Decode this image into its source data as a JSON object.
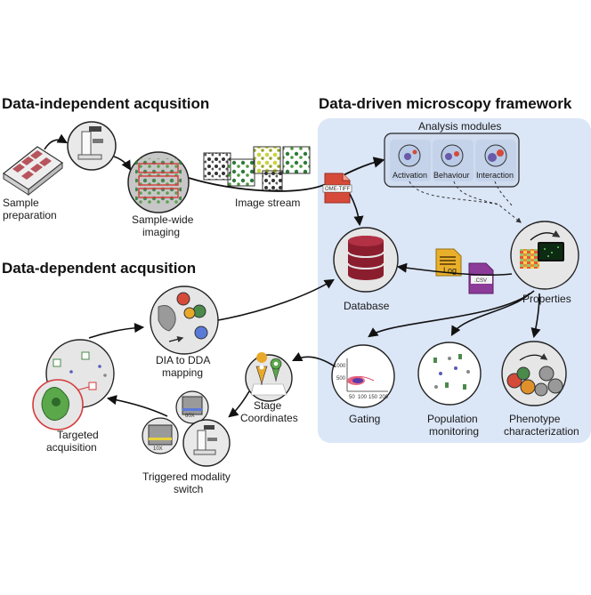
{
  "sections": {
    "dia_title": "Data-independent acqusition",
    "dda_title": "Data-dependent acqusition",
    "framework_title": "Data-driven microscopy framework"
  },
  "dia": {
    "sample_prep_line1": "Sample",
    "sample_prep_line2": "preparation",
    "imaging_line1": "Sample-wide",
    "imaging_line2": "imaging",
    "image_stream": "Image stream",
    "file_tag": "OME-TIFF"
  },
  "framework": {
    "analysis_title": "Analysis modules",
    "modules": [
      "Activation",
      "Behaviour",
      "Interaction"
    ],
    "database": "Database",
    "properties": "Properties",
    "log_tag": "Log",
    "csv_tag": ".CSV",
    "gating": "Gating",
    "population_line1": "Population",
    "population_line2": "monitoring",
    "phenotype_line1": "Phenotype",
    "phenotype_line2": "characterization",
    "gating_yticks": [
      "1000",
      "500"
    ],
    "gating_xticks": [
      "50",
      "100",
      "150",
      "200"
    ]
  },
  "dda": {
    "mapping_line1": "DIA to DDA",
    "mapping_line2": "mapping",
    "targeted_line1": "Targeted",
    "targeted_line2": "acquisition",
    "stage_line1": "Stage",
    "stage_line2": "Coordinates",
    "switch_line1": "Triggered modality",
    "switch_line2": "switch",
    "objective_low": "10X",
    "objective_high": "60X"
  },
  "colors": {
    "panel_bg": "#dbe6f7",
    "database": "#8b1e2e",
    "file_red": "#d64a3a",
    "log_yellow": "#e8b02a",
    "csv_purple": "#8c3b99",
    "accent_red": "#d63a3a"
  }
}
